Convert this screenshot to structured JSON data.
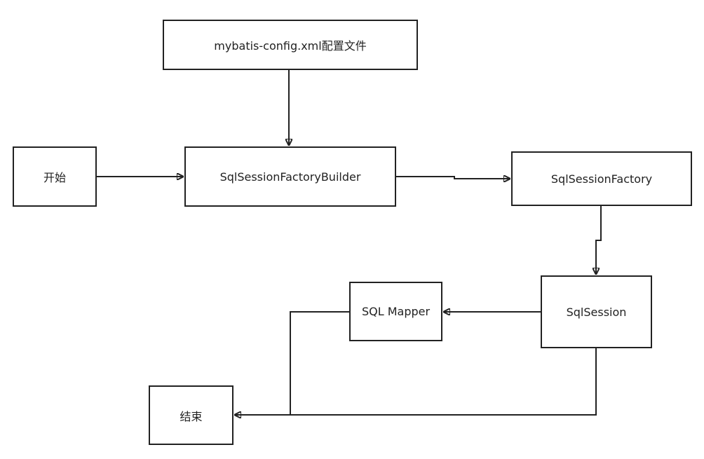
{
  "nodes": {
    "config": {
      "label": "mybatis-config.xml配置文件"
    },
    "start": {
      "label": "开始"
    },
    "builder": {
      "label": "SqlSessionFactoryBuilder"
    },
    "factory": {
      "label": "SqlSessionFactory"
    },
    "session": {
      "label": "SqlSession"
    },
    "mapper": {
      "label": "SQL Mapper"
    },
    "end": {
      "label": "结束"
    }
  },
  "colors": {
    "stroke": "#222222",
    "background": "#ffffff"
  }
}
